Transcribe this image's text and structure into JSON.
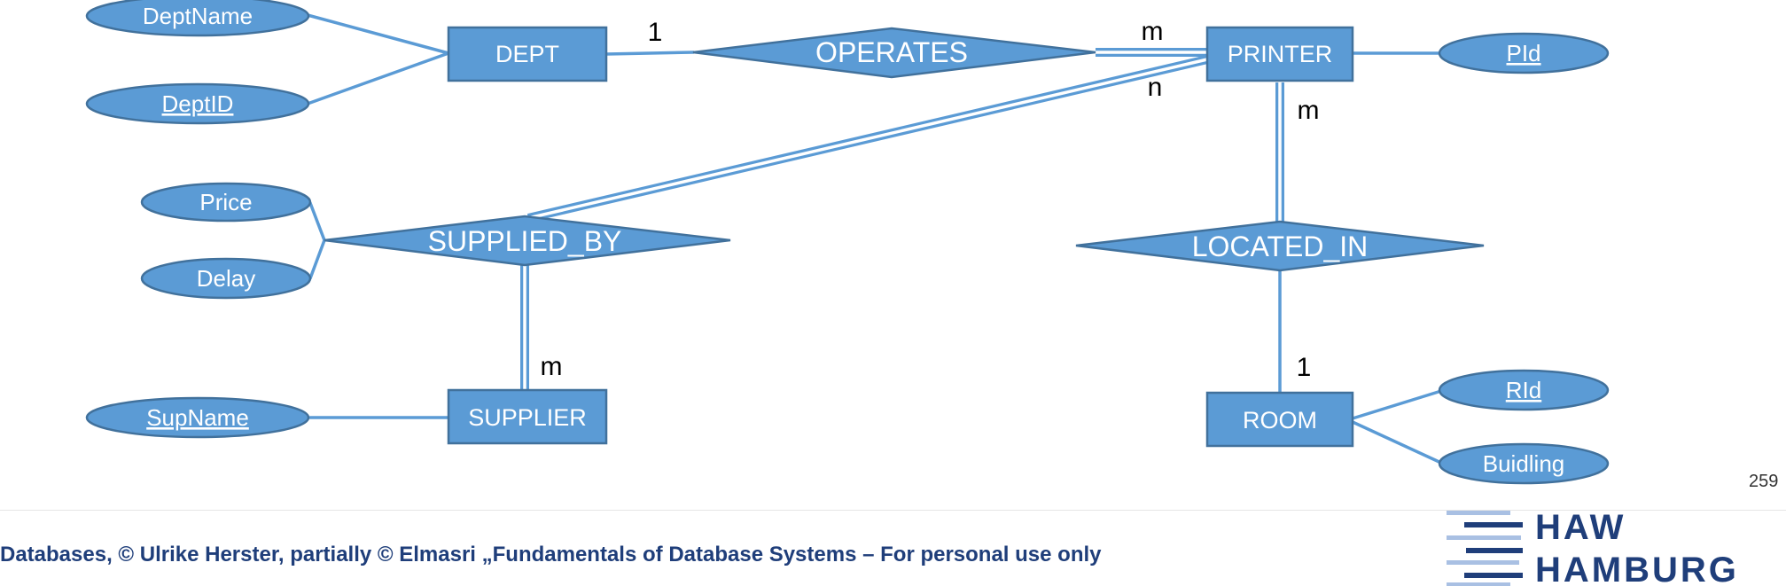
{
  "entities": {
    "dept": "DEPT",
    "printer": "PRINTER",
    "supplier": "SUPPLIER",
    "room": "ROOM"
  },
  "relationships": {
    "operates": "OPERATES",
    "supplied_by": "SUPPLIED_BY",
    "located_in": "LOCATED_IN"
  },
  "attributes": {
    "dept_name": "DeptName",
    "dept_id": "DeptID",
    "pid": "PId",
    "price": "Price",
    "delay": "Delay",
    "sup_name": "SupName",
    "rid": "RId",
    "building": "Buidling"
  },
  "cardinalities": {
    "dept_operates": "1",
    "printer_operates": "m",
    "printer_supplied_by": "n",
    "printer_located_in": "m",
    "supplier_supplied_by": "m",
    "room_located_in": "1"
  },
  "footer": {
    "text": "Databases, © Ulrike Herster, partially © Elmasri „Fundamentals of Database Systems – For personal use only",
    "page_number": "259"
  },
  "logo": {
    "line1": "HAW",
    "line2": "HAMBURG",
    "color": "#1f3e7a",
    "accent": "#a9c0e3"
  },
  "colors": {
    "shape_fill": "#5b9bd5",
    "shape_stroke": "#41719c"
  }
}
